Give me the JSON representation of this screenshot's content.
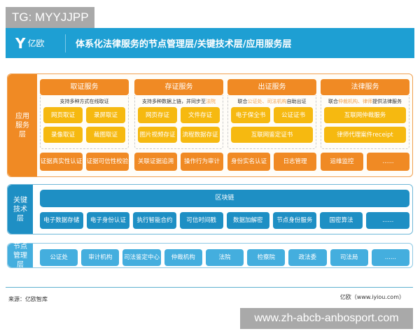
{
  "watermark_top": "TG: MYYJJPP",
  "watermark_bottom": "www.zh-abcb-anbosport.com",
  "header": {
    "logo_mark": "Y",
    "logo_text": "亿欧",
    "title": "体系化法律服务的节点管理层/关键技术层/应用服务层"
  },
  "app_layer": {
    "label": "应用服务层",
    "columns": [
      {
        "title": "取证服务",
        "subtitle": [
          {
            "t": "支持多种方式在线取证",
            "hl": false
          }
        ],
        "items": [
          "网页取证",
          "录屏取证",
          "录像取证",
          "截图取证"
        ],
        "bottom": [
          "证据真实性认证",
          "证据可信性校验"
        ]
      },
      {
        "title": "存证服务",
        "subtitle": [
          {
            "t": "支持多种数据上链，并同步至",
            "hl": false
          },
          {
            "t": "法院",
            "hl": true
          }
        ],
        "items": [
          "网页存证",
          "文件存证",
          "图片视频存证",
          "流程数据存证"
        ],
        "bottom": [
          "关联证据追溯",
          "操作行为审计"
        ]
      },
      {
        "title": "出证服务",
        "subtitle": [
          {
            "t": "联合",
            "hl": false
          },
          {
            "t": "公证处、司法机构",
            "hl": true
          },
          {
            "t": "自助出证",
            "hl": false
          }
        ],
        "items": [
          "电子保全书",
          "公证证书",
          "互联网鉴定证书"
        ],
        "bottom": [
          "身份实名认证",
          "日志管理"
        ]
      },
      {
        "title": "法律服务",
        "subtitle": [
          {
            "t": "联合",
            "hl": false
          },
          {
            "t": "仲裁机构、律师",
            "hl": true
          },
          {
            "t": "提供法律服务",
            "hl": false
          }
        ],
        "items": [
          "互联网仲裁服务",
          "律师代理案件receipt"
        ],
        "bottom": [
          "运维监控",
          "......"
        ]
      }
    ]
  },
  "key_layer": {
    "label": "关键技术层",
    "chain": "区块链",
    "items": [
      "电子数据存储",
      "电子身份认证",
      "执行智能合约",
      "可信时间戳",
      "数据加解密",
      "节点身份服务",
      "国密算法",
      "......"
    ]
  },
  "node_layer": {
    "label": "节点管理层",
    "items": [
      "公证处",
      "审计机构",
      "司法鉴定中心",
      "仲裁机构",
      "法院",
      "检察院",
      "政法委",
      "司法局",
      "......"
    ]
  },
  "footer": {
    "source": "来源：亿欧智库",
    "site": "亿欧（www.iyiou.com）"
  }
}
